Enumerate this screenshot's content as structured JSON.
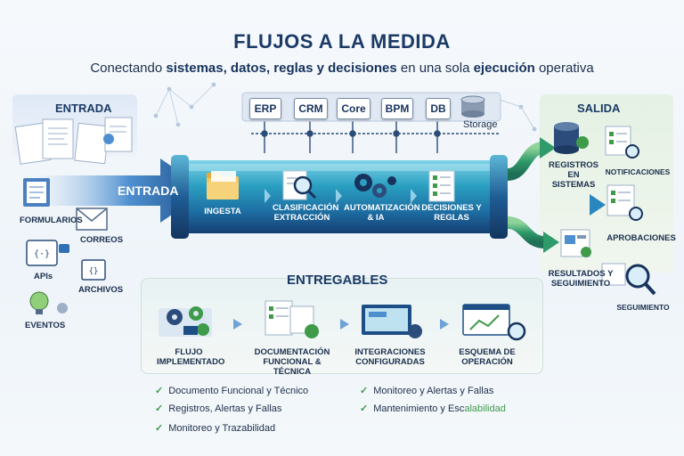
{
  "title": "FLUJOS A LA MEDIDA",
  "subtitle": {
    "p1": "Conectando ",
    "b1": "sistemas, datos, reglas y decisiones",
    "p2": " en una sola ",
    "b2": "ejecución",
    "p3": " operativa"
  },
  "entrada": {
    "header": "ENTRADA",
    "arrow_label": "ENTRADA",
    "sources": [
      "FORMULARIOS",
      "CORREOS",
      "APIs",
      "ARCHIVOS",
      "EVENTOS"
    ]
  },
  "systems": [
    "ERP",
    "CRM",
    "Core",
    "BPM",
    "DB"
  ],
  "storage_label": "Storage",
  "pipeline_steps": [
    "INGESTA",
    "CLASIFICACIÓN EXTRACCIÓN",
    "AUTOMATIZACIÓN & IA",
    "DECISIONES Y REGLAS"
  ],
  "salida": {
    "header": "SALIDA",
    "outputs": [
      "REGISTROS EN SISTEMAS",
      "NOTIFICACIONES",
      "APROBACIONES",
      "RESULTADOS Y SEGUIMIENTO",
      "SEGUIMIENTO"
    ]
  },
  "entregables": {
    "header": "ENTREGABLES",
    "items": [
      "FLUJO IMPLEMENTADO",
      "DOCUMENTACIÓN FUNCIONAL & TÉCNICA",
      "INTEGRACIONES CONFIGURADAS",
      "ESQUEMA DE OPERACIÓN"
    ]
  },
  "checklist_left": [
    "Documento Funcional y Técnico",
    "Registros, Alertas y Fallas",
    "Monitoreo y Trazabilidad"
  ],
  "checklist_right_1": "Monitoreo y Alertas y Fallas",
  "checklist_right_2_a": "Mantenimiento y Esc",
  "checklist_right_2_b": "alabilidad",
  "colors": {
    "navy": "#1b3a66",
    "pipe_teal": "#1f8fb0",
    "pipe_dark": "#1d4f86",
    "green": "#3f9a4a",
    "arrow_blue": "#2e6fb5"
  }
}
